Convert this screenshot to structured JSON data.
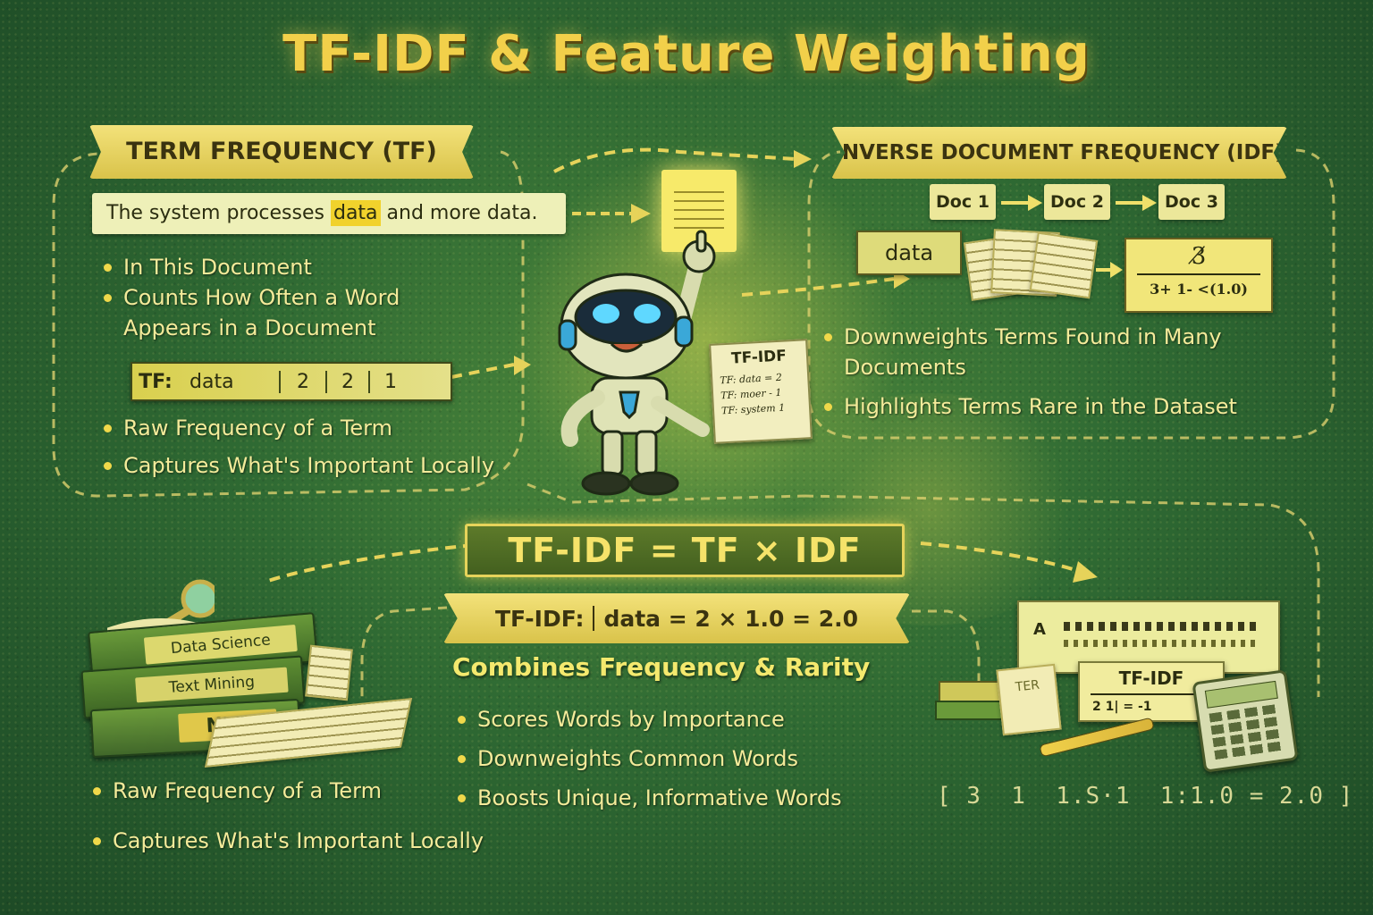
{
  "title": "TF-IDF & Feature Weighting",
  "tf": {
    "heading": "TERM FREQUENCY (TF)",
    "sentence_before": "The system processes ",
    "sentence_highlight": "data",
    "sentence_after": " and more data.",
    "bullets_top": [
      "In This Document",
      "Counts How Often a Word Appears in a Document"
    ],
    "table": {
      "label": "TF:",
      "term": "data",
      "counts": [
        "2",
        "2",
        "1"
      ]
    },
    "bullets_bottom": [
      "Raw Frequency of a Term",
      "Captures What's Important Locally"
    ]
  },
  "idf": {
    "heading": "INVERSE DOCUMENT FREQUENCY (IDF)",
    "docs": [
      "Doc 1",
      "Doc 2",
      "Doc 3"
    ],
    "term": "data",
    "fraction_top": "3̸",
    "fraction_bottom": "3+ 1- <(1.0)",
    "bullets": [
      "Downweights Terms Found in Many Documents",
      "Highlights Terms Rare in the Dataset"
    ]
  },
  "robot_card": {
    "title": "TF-IDF",
    "rows": [
      "TF: data = 2",
      "TF: moer - 1",
      "TF: system 1"
    ]
  },
  "formula": "TF-IDF = TF × IDF",
  "example": {
    "label": "TF-IDF:",
    "expression": "data = 2 × 1.0 = 2.0"
  },
  "combines": {
    "heading": "Combines Frequency & Rarity",
    "bullets": [
      "Scores Words by Importance",
      "Downweights Common Words",
      "Boosts Unique, Informative Words"
    ]
  },
  "books": [
    "Data Science",
    "Text Mining",
    "NLP"
  ],
  "bottom_left_bullets": [
    "Raw Frequency of a Term",
    "Captures What's Important Locally"
  ],
  "calc_panel": {
    "letter": "A",
    "card_title": "TF-IDF",
    "card_values": "2 1|    = -1",
    "receipt": "TER"
  },
  "result_line": "[ 3  1  1.S·1  1:1.0 = 2.0 ]",
  "colors": {
    "accent_yellow": "#f2d04a",
    "background_green": "#2f6a33",
    "paper": "#f2ecb5"
  }
}
